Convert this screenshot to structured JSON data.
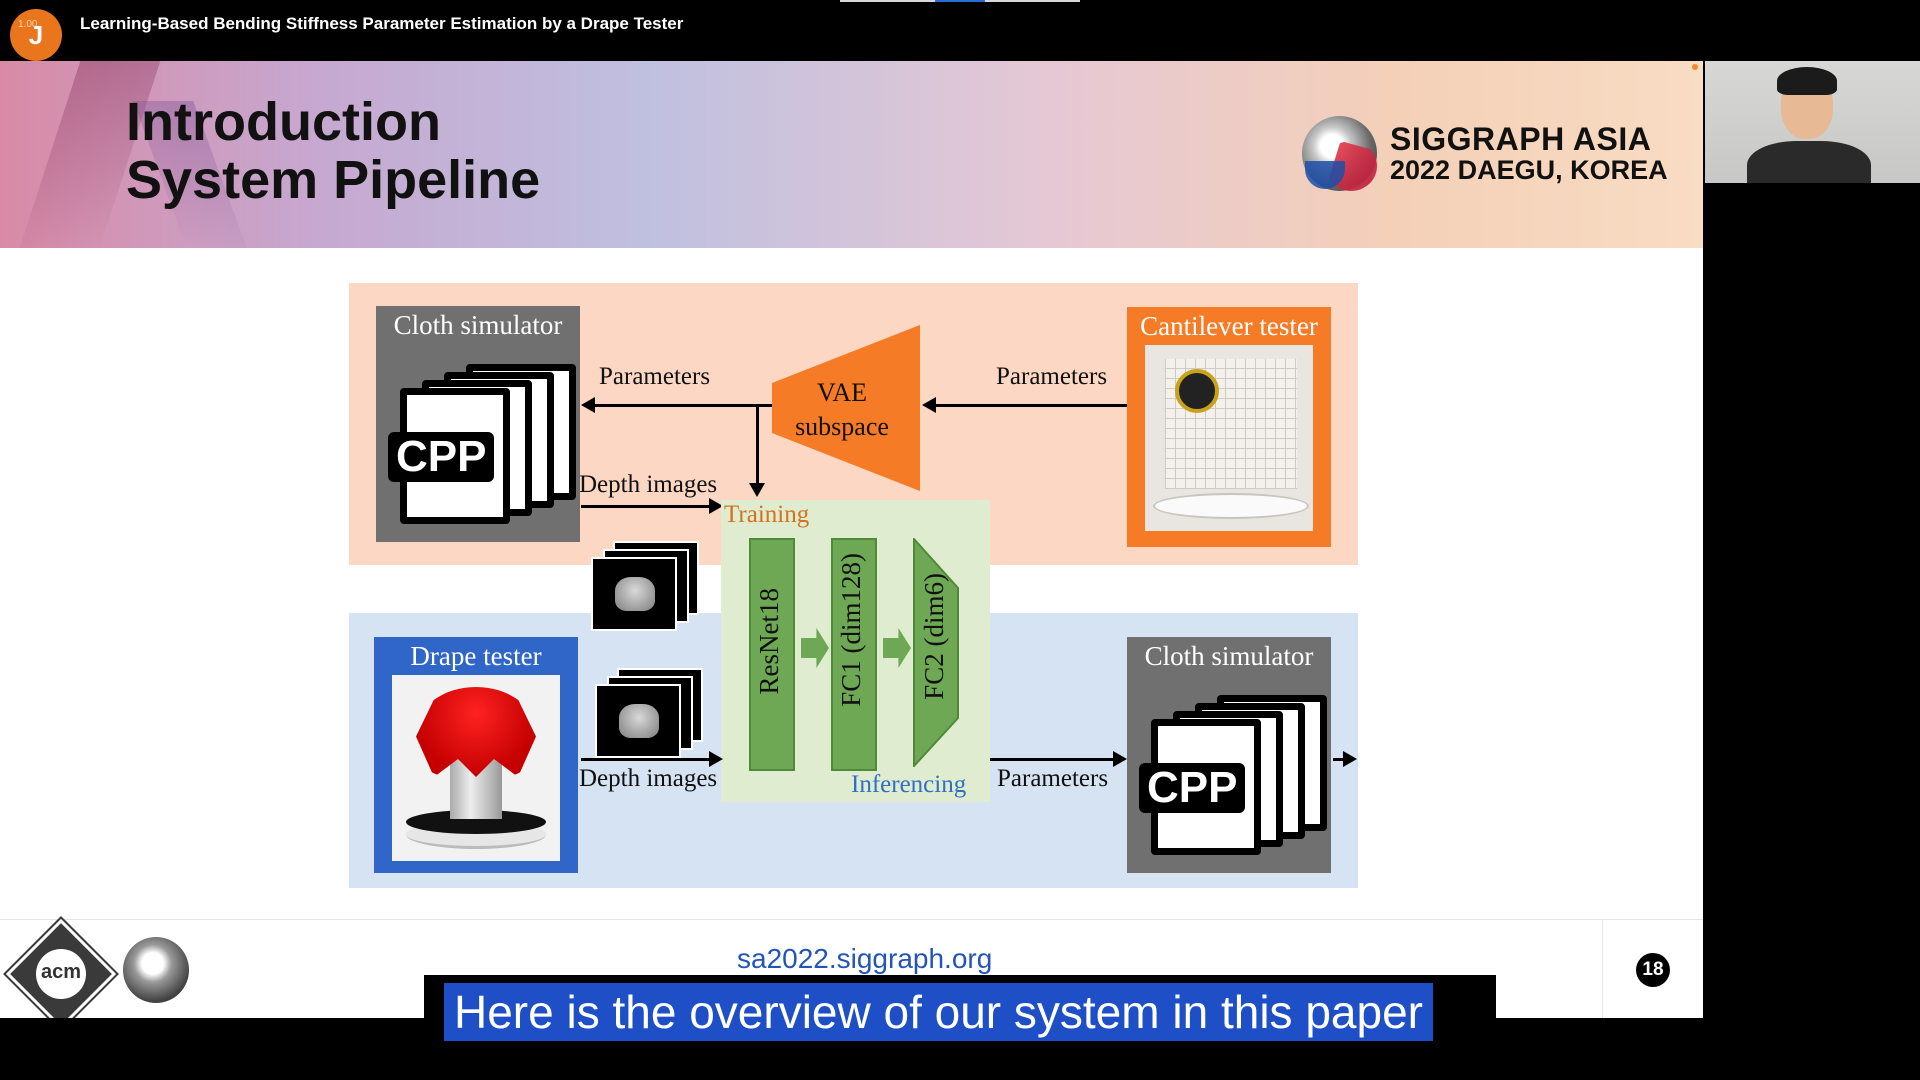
{
  "player": {
    "avatar_letter": "J",
    "playback_rate": "1.00",
    "video_title": "Learning-Based Bending Stiffness Parameter Estimation by a Drape Tester"
  },
  "slide": {
    "title_line1": "Introduction",
    "title_line2": "System Pipeline",
    "conference_line1": "SIGGRAPH ASIA",
    "conference_line2": "2022 DAEGU, KOREA",
    "footer_url": "sa2022.siggraph.org",
    "acm_label": "acm",
    "page_number": "18",
    "diagram": {
      "cloth_simulator_top": "Cloth simulator",
      "cantilever_tester": "Cantilever tester",
      "drape_tester": "Drape tester",
      "cloth_simulator_bottom": "Cloth simulator",
      "parameters_left": "Parameters",
      "parameters_right": "Parameters",
      "parameters_bottom": "Parameters",
      "vae_line1": "VAE",
      "vae_line2": "subspace",
      "depth_images_top": "Depth images",
      "depth_images_bottom": "Depth images",
      "training": "Training",
      "inferencing": "Inferencing",
      "resnet": "ResNet18",
      "fc1": "FC1 (dim128)",
      "fc2": "FC2 (dim6)",
      "cpp_label": "CPP"
    }
  },
  "caption": {
    "text": "Here is the overview of our system in this paper"
  },
  "colors": {
    "orange": "#f57b27",
    "blue_box": "#2f66c7",
    "training_text": "#d4721d",
    "inferencing_text": "#2f6fc4",
    "caption_bg": "#1f4fc7",
    "url_blue": "#2354b8"
  }
}
